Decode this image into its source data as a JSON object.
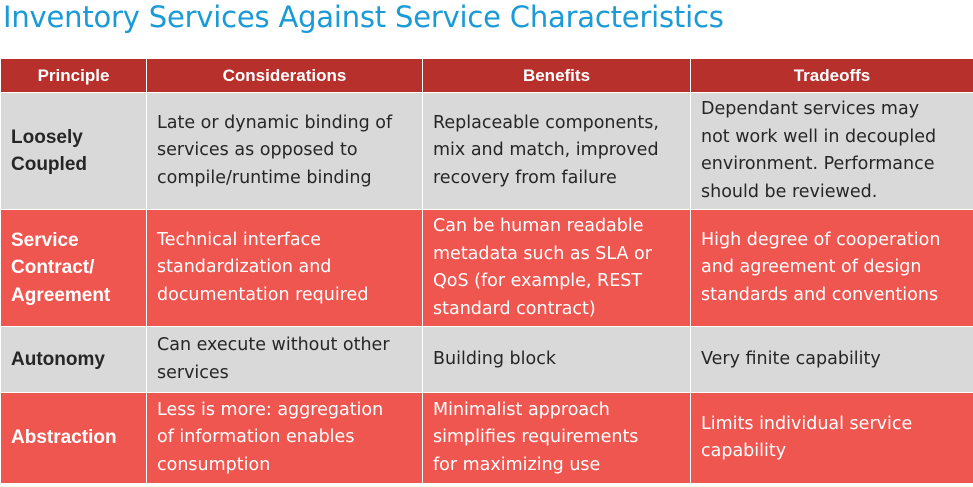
{
  "title": "Inventory Services Against Service Characteristics",
  "table": {
    "headers": [
      "Principle",
      "Considerations",
      "Benefits",
      "Tradeoffs"
    ],
    "rows": [
      {
        "principle": [
          "Loosely",
          "Coupled"
        ],
        "considerations": [
          "Late or dynamic binding of",
          "services as opposed to",
          "compile/runtime binding"
        ],
        "benefits": [
          "Replaceable components,",
          "mix and match, improved",
          "recovery from failure"
        ],
        "tradeoffs": [
          "Dependant services may",
          "not work well in decoupled",
          "environment. Performance",
          "should be reviewed."
        ]
      },
      {
        "principle": [
          "Service",
          "Contract/",
          "Agreement"
        ],
        "considerations": [
          "Technical interface",
          "standardization and",
          "documentation required"
        ],
        "benefits": [
          "Can be human readable",
          "metadata such as SLA or",
          "QoS (for example, REST",
          "standard contract)"
        ],
        "tradeoffs": [
          "High degree of cooperation",
          "and agreement of design",
          "standards and conventions"
        ]
      },
      {
        "principle": [
          "Autonomy"
        ],
        "considerations": [
          "Can execute without other",
          "services"
        ],
        "benefits": [
          "Building block"
        ],
        "tradeoffs": [
          "Very finite capability"
        ]
      },
      {
        "principle": [
          "Abstraction"
        ],
        "considerations": [
          "Less is more: aggregation",
          "of information enables",
          "consumption"
        ],
        "benefits": [
          "Minimalist approach",
          "simplifies requirements",
          "for maximizing use"
        ],
        "tradeoffs": [
          "Limits individual service",
          "capability"
        ]
      }
    ]
  },
  "colors": {
    "title": "#1a9ad6",
    "header_bg": "#b7302b",
    "row_gray": "#d9d9d9",
    "row_red": "#ef5650"
  }
}
